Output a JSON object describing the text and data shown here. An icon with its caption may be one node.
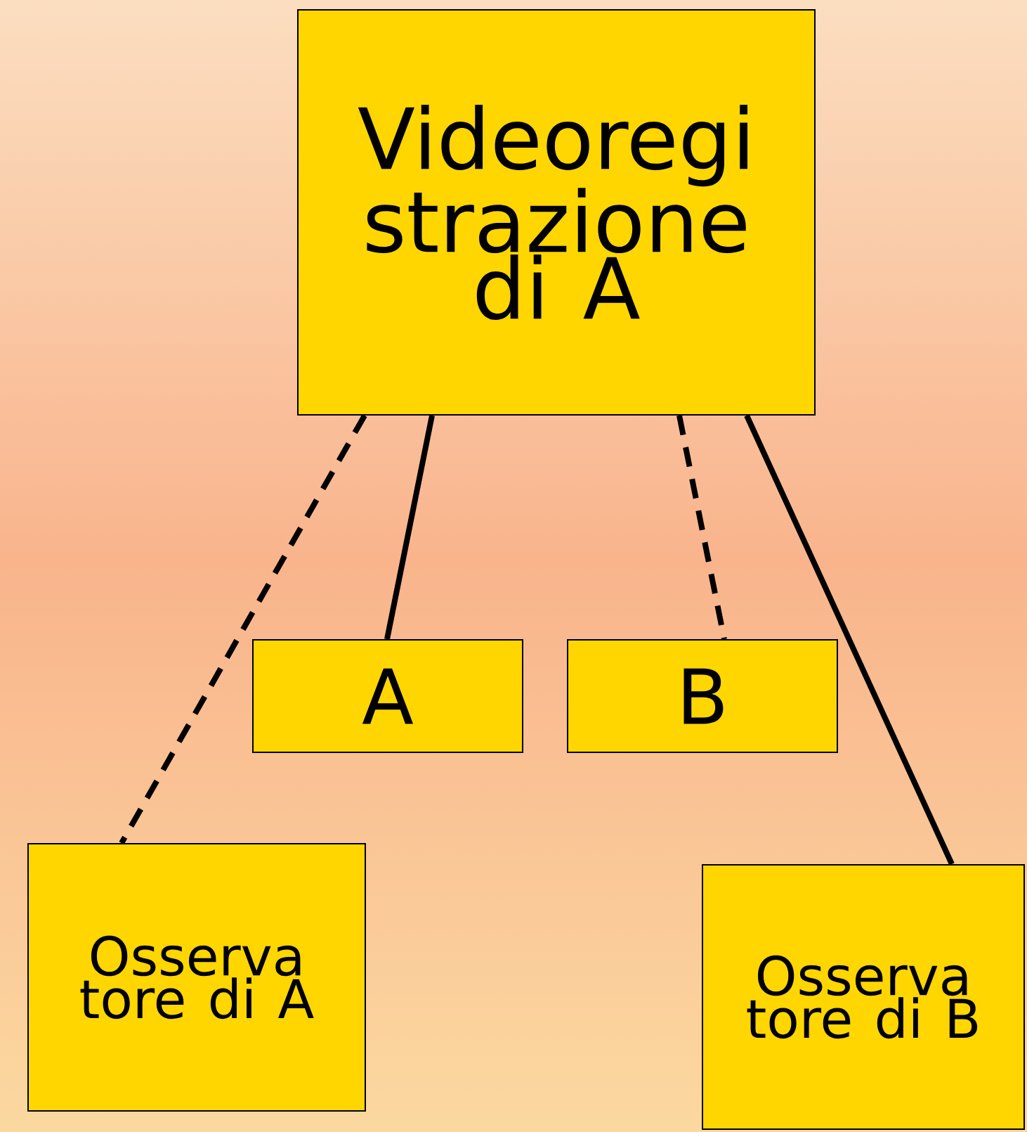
{
  "diagram": {
    "nodes": [
      {
        "text": [
          "Videoregi strazione di A"
        ]
      },
      {
        "text": [
          "A"
        ]
      },
      {
        "text": [
          "B"
        ]
      },
      {
        "text": [
          "Osserva tore di A"
        ]
      },
      {
        "text": [
          "Osserva tore di B"
        ]
      }
    ],
    "edges": [
      {
        "from": 0,
        "to": 3,
        "arrow": "none",
        "style": "dashed"
      },
      {
        "from": 0,
        "to": 1,
        "arrow": "none"
      },
      {
        "from": 0,
        "to": 2,
        "arrow": "none",
        "style": "dashed"
      },
      {
        "from": 0,
        "to": 4,
        "arrow": "none"
      }
    ]
  }
}
